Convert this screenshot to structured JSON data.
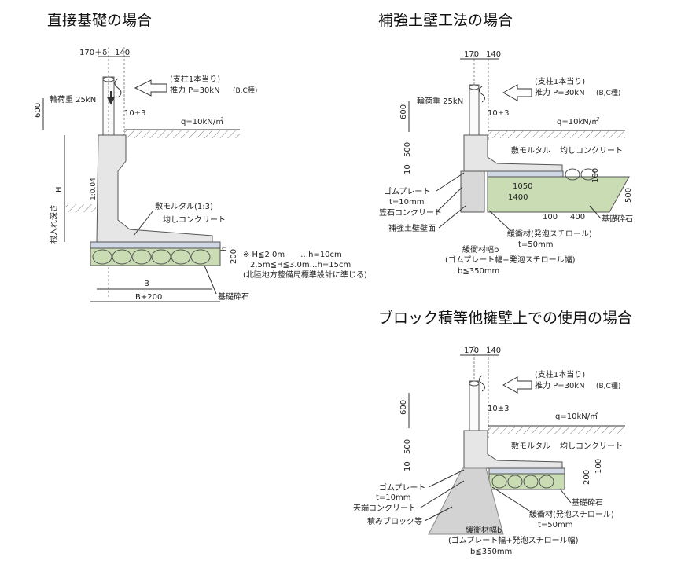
{
  "direct": {
    "title": "直接基礎の場合",
    "dim_top_left": "170＋δ",
    "dim_top_right": "140",
    "note_line1": "(支柱1本当り)",
    "note_line2": "推力 P=30kN",
    "note_class": "(B,C種)",
    "wheel_load": "輪荷重 25kN",
    "dim_600": "600",
    "dim_10pm3": "10±3",
    "q": "q=10kN/㎡",
    "dim_H": "H",
    "slope": "1:0.04",
    "embed_depth": "根入れ深さ",
    "mortar": "敷モルタル(1:3)",
    "leveling": "均しコンクリート",
    "dim_h": "h",
    "dim_200": "200",
    "cond1": "※ H≦2.0m　　…h=10cm",
    "cond2": "2.5m≦H≦3.0m…h=15cm",
    "cond3": "(北陸地方整備局標準設計に準じる)",
    "dim_B": "B",
    "dim_B200": "B+200",
    "gravel": "基礎砕石"
  },
  "reinforced": {
    "title": "補強土壁工法の場合",
    "dim_170": "170",
    "dim_140": "140",
    "note_line1": "(支柱1本当り)",
    "note_line2": "推力 P=30kN",
    "note_class": "(B,C種)",
    "wheel_load": "輪荷重 25kN",
    "dim_600": "600",
    "dim_10pm3": "10±3",
    "q": "q=10kN/㎡",
    "dim_500": "500",
    "dim_10": "10",
    "mortar": "敷モルタル",
    "leveling": "均しコンクリート",
    "dim_1050": "1050",
    "dim_1400": "1400",
    "dim_100a": "100",
    "dim_500r": "500",
    "rubber": "ゴムプレート",
    "rubber_t": "t=10mm",
    "coping": "笠石コンクリート",
    "dim_100b": "100",
    "dim_400": "400",
    "gravel": "基礎砕石",
    "wall_face": "補強土壁壁面",
    "cushion": "緩衝材(発泡スチロール)",
    "cushion_t": "t=50mm",
    "cushion_width": "緩衝材幅b",
    "cushion_formula": "(ゴムプレート幅+発泡スチロール幅)",
    "b_limit": "b≦350mm"
  },
  "block": {
    "title": "ブロック積等他擁壁上での使用の場合",
    "dim_170": "170",
    "dim_140": "140",
    "note_line1": "(支柱1本当り)",
    "note_line2": "推力 P=30kN",
    "note_class": "(B,C種)",
    "dim_600": "600",
    "dim_10pm3": "10±3",
    "q": "q=10kN/㎡",
    "dim_500": "500",
    "dim_10": "10",
    "mortar": "敷モルタル",
    "leveling": "均しコンクリート",
    "dim_100": "100",
    "dim_200": "200",
    "rubber": "ゴムプレート",
    "rubber_t": "t=10mm",
    "crown": "天端コンクリート",
    "blocks": "積みブロック等",
    "gravel": "基礎砕石",
    "cushion": "緩衝材(発泡スチロール)",
    "cushion_t": "t=50mm",
    "cushion_width": "緩衝材幅b",
    "cushion_formula": "(ゴムプレート幅+発泡スチロール幅)",
    "b_limit": "b≦350mm"
  }
}
